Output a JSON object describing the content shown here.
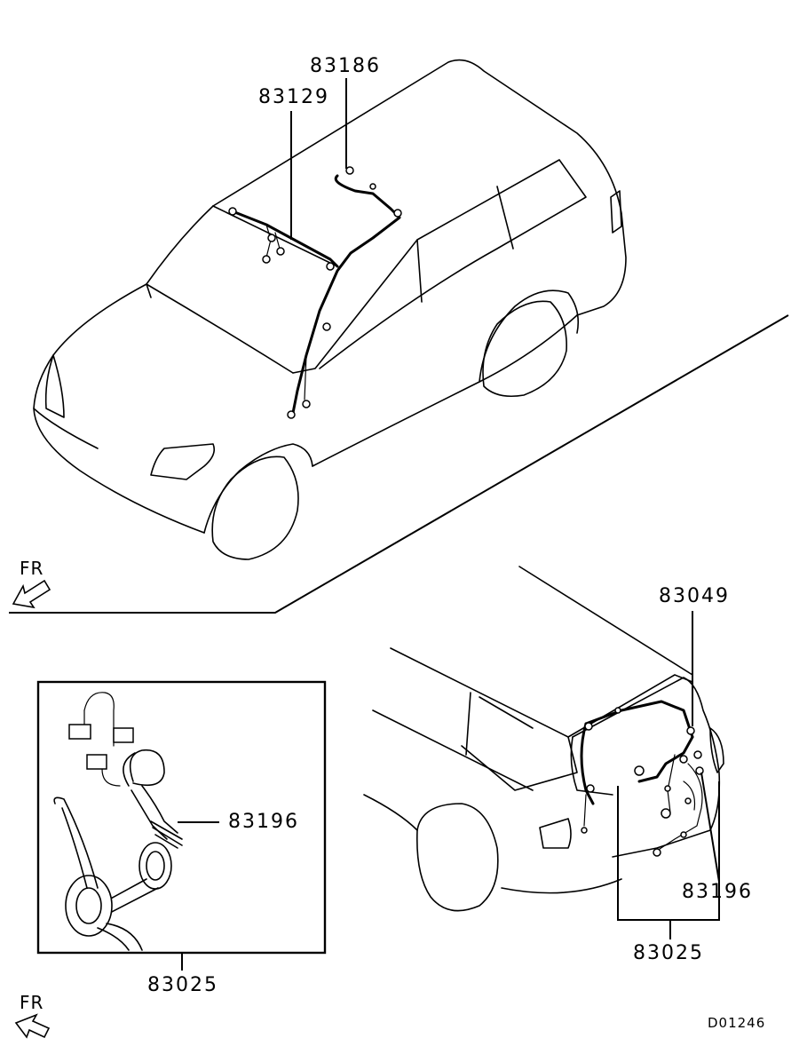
{
  "labels": {
    "part_83186": "83186",
    "part_83129": "83129",
    "part_83049": "83049",
    "part_83196_inset": "83196",
    "part_83196_rear": "83196",
    "part_83025_rear": "83025",
    "part_83025_inset": "83025",
    "fr_top": "FR",
    "fr_bottom": "FR",
    "drawing_code": "D01246"
  },
  "icons": {
    "front_arrow": "front-direction-arrow-icon"
  }
}
